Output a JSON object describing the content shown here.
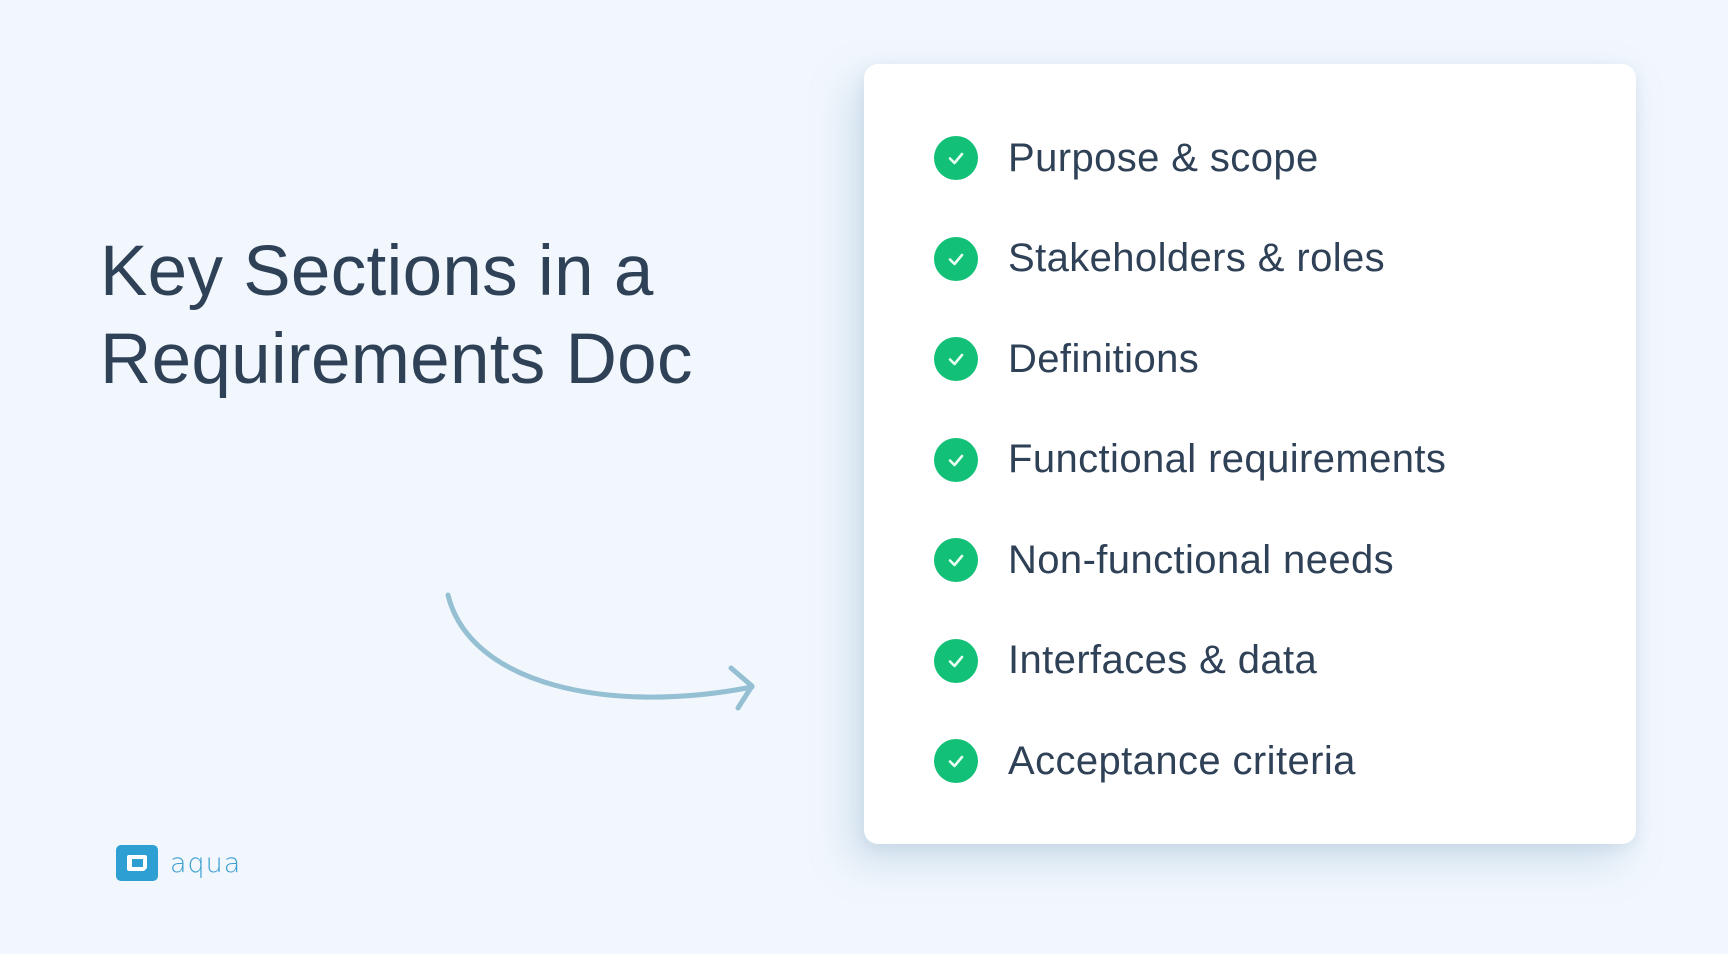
{
  "heading": {
    "line1": "Key Sections in a",
    "line2": "Requirements Doc"
  },
  "checklist": {
    "items": [
      {
        "label": "Purpose & scope",
        "icon": "check-circle-icon"
      },
      {
        "label": "Stakeholders & roles",
        "icon": "check-circle-icon"
      },
      {
        "label": "Definitions",
        "icon": "check-circle-icon"
      },
      {
        "label": "Functional requirements",
        "icon": "check-circle-icon"
      },
      {
        "label": "Non-functional needs",
        "icon": "check-circle-icon"
      },
      {
        "label": "Interfaces & data",
        "icon": "check-circle-icon"
      },
      {
        "label": "Acceptance criteria",
        "icon": "check-circle-icon"
      }
    ]
  },
  "brand": {
    "name": "aqua"
  },
  "colors": {
    "background": "#f1f7fd",
    "text": "#2f4157",
    "check": "#12c177",
    "arrow": "#95bfd2",
    "brand": "#2d9fd2"
  }
}
